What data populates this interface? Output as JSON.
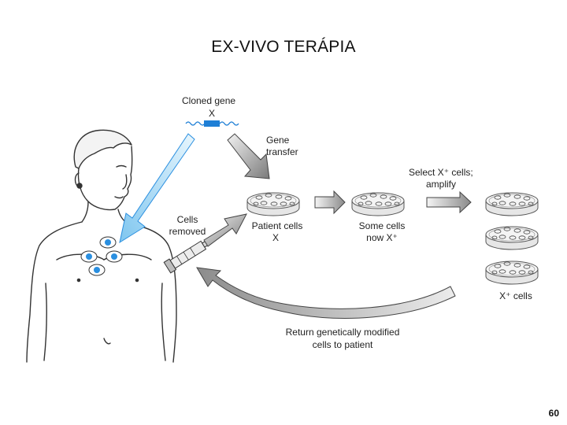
{
  "slide": {
    "title": "EX-VIVO TERÁPIA",
    "page_number": "60"
  },
  "labels": {
    "cloned_gene": "Cloned gene",
    "gene_x": "X",
    "gene_transfer_1": "Gene",
    "gene_transfer_2": "transfer",
    "select_1": "Select X⁺ cells;",
    "select_2": "amplify",
    "cells_removed_1": "Cells",
    "cells_removed_2": "removed",
    "patient_cells_1": "Patient cells",
    "patient_cells_2": "X",
    "some_cells_1": "Some cells",
    "some_cells_2": "now X⁺",
    "x_plus_cells": "X⁺ cells",
    "return_1": "Return genetically modified",
    "return_2": "cells to patient"
  },
  "colors": {
    "cell_blue": "#2a8fe0",
    "gene_blue": "#1e7fd6",
    "arrow_gray": "#9a9a9a",
    "light_blue_arrow": "#bfe3f7"
  }
}
